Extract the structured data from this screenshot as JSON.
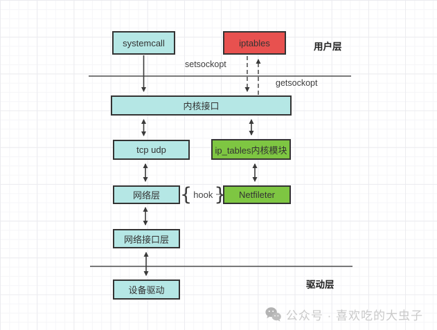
{
  "diagram": {
    "nodes": {
      "systemcall": "systemcall",
      "iptables": "iptables",
      "kernel_interface": "内核接口",
      "tcp_udp": "tcp udp",
      "ip_tables_module": "ip_tables内核模块",
      "network_layer": "网络层",
      "netfilter": "Netfileter",
      "network_interface_layer": "网络接口层",
      "device_driver": "设备驱动"
    },
    "labels": {
      "user_layer": "用户层",
      "driver_layer": "驱动层",
      "setsockopt": "setsockopt",
      "getsockopt": "getsockopt",
      "hook": "hook",
      "brace_left": "{",
      "brace_right": "}"
    }
  },
  "watermark": {
    "icon": "wechat-icon",
    "text": "公众号 · 喜欢吃的大虫子"
  },
  "colors": {
    "cyan_fill": "#b5e7e5",
    "red_fill": "#e8514f",
    "green_fill": "#7ec642",
    "node_border": "#333333",
    "node_text": "#333333",
    "edge_stroke": "#3a3a3a",
    "boundary_stroke": "#4d4d4d",
    "annotation_text": "#3d3d3d",
    "watermark_gray": "#c9c9c9"
  }
}
